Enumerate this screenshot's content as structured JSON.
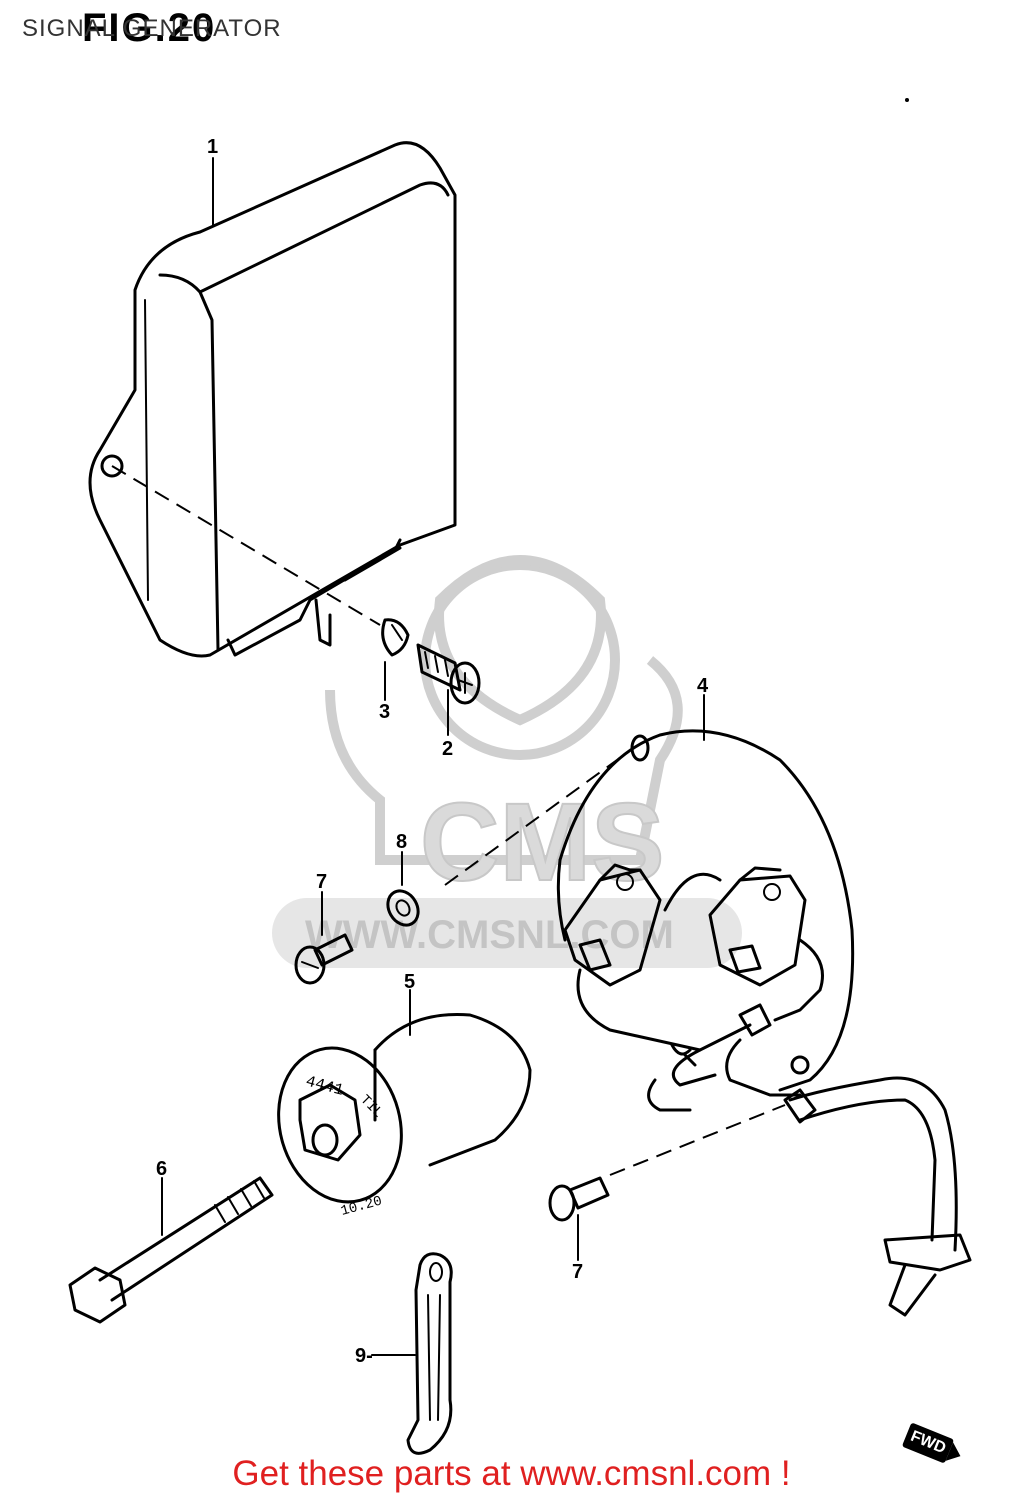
{
  "header": {
    "page_title": "SIGNAL GENERATOR",
    "figure_label": "FIG.20"
  },
  "watermark": {
    "brand": "CMS",
    "url": "WWW.CMSNL.COM",
    "color": "#d0d0d0"
  },
  "callouts": [
    {
      "id": "1",
      "label": "1"
    },
    {
      "id": "2",
      "label": "2"
    },
    {
      "id": "3",
      "label": "3"
    },
    {
      "id": "4",
      "label": "4"
    },
    {
      "id": "5",
      "label": "5"
    },
    {
      "id": "6",
      "label": "6"
    },
    {
      "id": "7a",
      "label": "7"
    },
    {
      "id": "7b",
      "label": "7"
    },
    {
      "id": "8",
      "label": "8"
    },
    {
      "id": "9",
      "label": "9-"
    }
  ],
  "part_markings": {
    "rotor_code": "4441",
    "rotor_code_2": "TIL",
    "rotor_code_3": "10.20"
  },
  "fwd_indicator": "FWD",
  "footer": {
    "text": "Get these parts at www.cmsnl.com !",
    "color": "#e02020"
  }
}
